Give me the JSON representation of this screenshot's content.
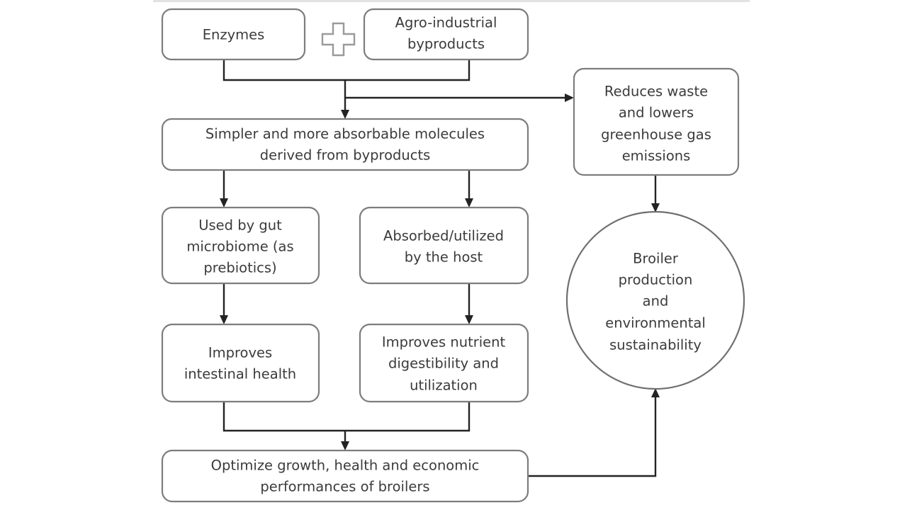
{
  "diagram": {
    "title": "Enzymes and agro-industrial byproducts flowchart",
    "canvas": {
      "background": "#ffffff",
      "border_color": "#e2e2e2",
      "box_stroke": "#7d7d7d",
      "text_color": "#3b3b3b",
      "connector_color": "#232323"
    },
    "nodes": [
      {
        "id": "enzymes",
        "shape": "rounded-rect",
        "lines": [
          "Enzymes"
        ]
      },
      {
        "id": "agro-industrial-byproducts",
        "shape": "rounded-rect",
        "lines": [
          "Agro-industrial",
          "byproducts"
        ]
      },
      {
        "id": "plus-operator",
        "shape": "plus",
        "lines": [
          "+"
        ]
      },
      {
        "id": "simpler-molecules",
        "shape": "rounded-rect",
        "lines": [
          "Simpler and more absorbable molecules",
          "derived from byproducts"
        ]
      },
      {
        "id": "reduces-waste",
        "shape": "rounded-rect",
        "lines": [
          "Reduces waste",
          "and lowers",
          "greenhouse gas",
          "emissions"
        ]
      },
      {
        "id": "gut-microbiome",
        "shape": "rounded-rect",
        "lines": [
          "Used by gut",
          "microbiome (as",
          "prebiotics)"
        ]
      },
      {
        "id": "absorbed-by-host",
        "shape": "rounded-rect",
        "lines": [
          "Absorbed/utilized",
          "by the host"
        ]
      },
      {
        "id": "intestinal-health",
        "shape": "rounded-rect",
        "lines": [
          "Improves",
          "intestinal health"
        ]
      },
      {
        "id": "nutrient-digestibility",
        "shape": "rounded-rect",
        "lines": [
          "Improves nutrient",
          "digestibility and",
          "utilization"
        ]
      },
      {
        "id": "optimize-performance",
        "shape": "rounded-rect",
        "lines": [
          "Optimize growth, health and economic",
          "performances of broilers"
        ]
      },
      {
        "id": "broiler-sustainability",
        "shape": "circle",
        "lines": [
          "Broiler",
          "production",
          "and",
          "environmental",
          "sustainability"
        ]
      }
    ],
    "edges": [
      {
        "from": "enzymes+agro-industrial-byproducts",
        "to": "simpler-molecules",
        "style": "elbow-merge-arrow"
      },
      {
        "from": "enzymes+agro-industrial-byproducts",
        "to": "reduces-waste",
        "style": "horizontal-arrow"
      },
      {
        "from": "simpler-molecules",
        "to": "gut-microbiome",
        "style": "vertical-arrow"
      },
      {
        "from": "simpler-molecules",
        "to": "absorbed-by-host",
        "style": "vertical-arrow"
      },
      {
        "from": "gut-microbiome",
        "to": "intestinal-health",
        "style": "vertical-arrow"
      },
      {
        "from": "absorbed-by-host",
        "to": "nutrient-digestibility",
        "style": "vertical-arrow"
      },
      {
        "from": "intestinal-health+nutrient-digestibility",
        "to": "optimize-performance",
        "style": "elbow-merge-arrow"
      },
      {
        "from": "reduces-waste",
        "to": "broiler-sustainability",
        "style": "vertical-arrow"
      },
      {
        "from": "optimize-performance",
        "to": "broiler-sustainability",
        "style": "elbow-up-arrow"
      }
    ]
  },
  "labels": {
    "enzymes_l1": "Enzymes",
    "agro_l1": "Agro-industrial",
    "agro_l2": "byproducts",
    "simpler_l1": "Simpler and more absorbable molecules",
    "simpler_l2": "derived from byproducts",
    "reduces_l1": "Reduces waste",
    "reduces_l2": "and lowers",
    "reduces_l3": "greenhouse gas",
    "reduces_l4": "emissions",
    "microbiome_l1": "Used by gut",
    "microbiome_l2": "microbiome (as",
    "microbiome_l3": "prebiotics)",
    "absorbed_l1": "Absorbed/utilized",
    "absorbed_l2": "by the host",
    "intestinal_l1": "Improves",
    "intestinal_l2": "intestinal health",
    "digestibility_l1": "Improves nutrient",
    "digestibility_l2": "digestibility and",
    "digestibility_l3": "utilization",
    "optimize_l1": "Optimize growth, health and economic",
    "optimize_l2": "performances of broilers",
    "broiler_l1": "Broiler",
    "broiler_l2": "production",
    "broiler_l3": "and",
    "broiler_l4": "environmental",
    "broiler_l5": "sustainability"
  }
}
